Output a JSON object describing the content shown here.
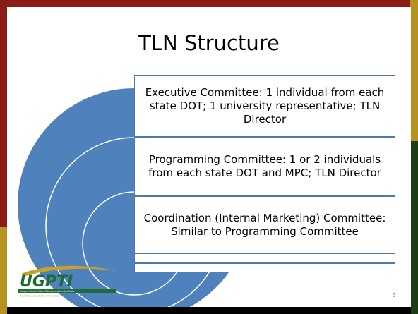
{
  "slide": {
    "title": "TLN Structure",
    "page_number": "3"
  },
  "committees": [
    {
      "text": "Executive Committee: 1 individual from each state DOT; 1 university representative; TLN Director"
    },
    {
      "text": "Programming Committee: 1 or 2 individuals from each state DOT and MPC; TLN Director"
    },
    {
      "text": "Coordination (Internal Marketing) Committee: Similar to Programming Committee"
    }
  ],
  "logo": {
    "name": "UGPTI",
    "tagline": "Upper Great Plains Transportation Institute",
    "affiliation": "North Dakota State University"
  },
  "colors": {
    "circle_fill": "#4f81bd",
    "box_border": "#4e79ae",
    "frame_red": "#8a1c17",
    "frame_gold": "#b8921e",
    "frame_green": "#1d3b14",
    "logo_green": "#1f6b3a",
    "logo_gold": "#c9a227"
  }
}
